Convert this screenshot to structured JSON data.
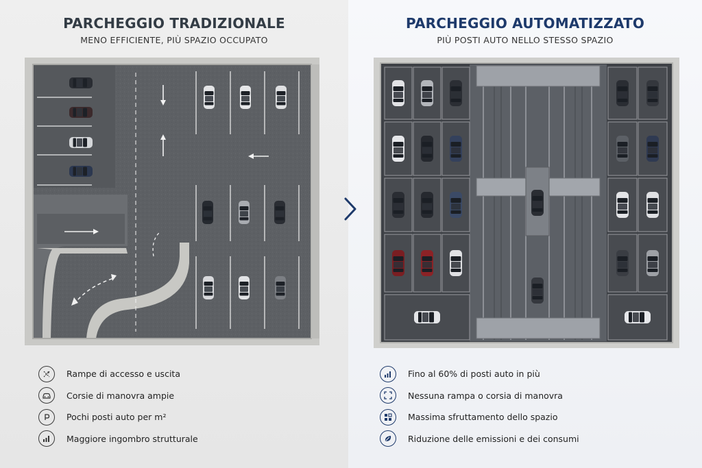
{
  "left": {
    "title": "PARCHEGGIO TRADIZIONALE",
    "subtitle": "MENO EFFICIENTE, PIÙ SPAZIO OCCUPATO",
    "features": [
      {
        "icon": "ramp-arrows-icon",
        "label": "Rampe di accesso e uscita"
      },
      {
        "icon": "car-icon",
        "label": "Corsie di manovra ampie"
      },
      {
        "icon": "parking-p-icon",
        "label": "Pochi posti auto per m²"
      },
      {
        "icon": "bar-chart-icon",
        "label": "Maggiore ingombro strutturale"
      }
    ]
  },
  "right": {
    "title": "PARCHEGGIO AUTOMATIZZATO",
    "subtitle": "PIÙ POSTI AUTO NELLO STESSO SPAZIO",
    "features": [
      {
        "icon": "bar-chart-icon",
        "label": "Fino al 60% di posti auto in più"
      },
      {
        "icon": "expand-frame-icon",
        "label": "Nessuna rampa o corsia di manovra"
      },
      {
        "icon": "grid-blocks-icon",
        "label": "Massima sfruttamento dello spazio"
      },
      {
        "icon": "leaf-icon",
        "label": "Riduzione delle emissioni e dei consumi"
      }
    ]
  },
  "colors": {
    "accent_blue": "#1e3a6b",
    "dark_text": "#333c45",
    "concrete": "#5a5d61",
    "wall": "#cfcfcc"
  },
  "divider_icon": "chevron-right-icon"
}
